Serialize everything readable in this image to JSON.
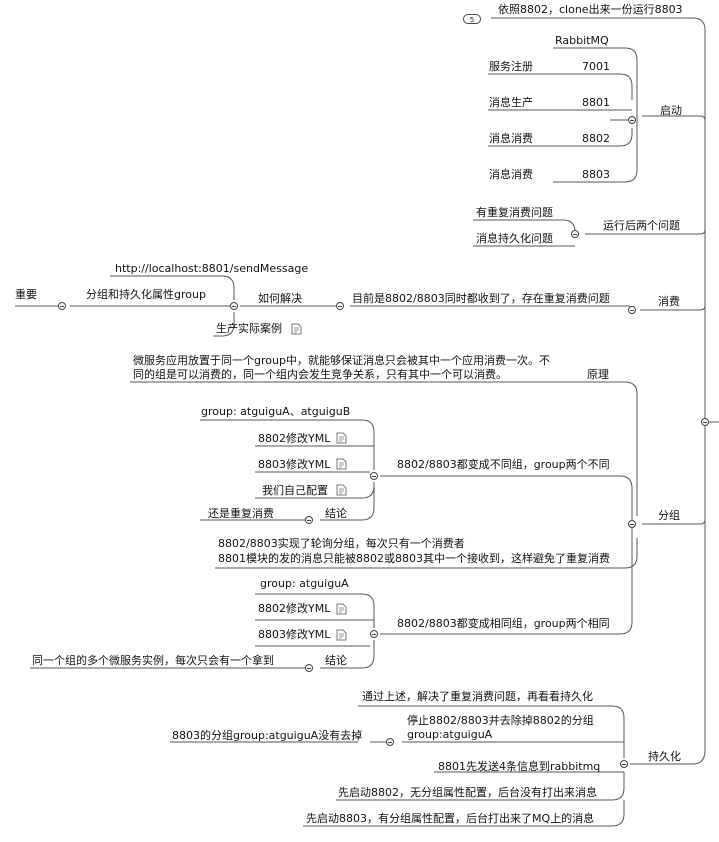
{
  "root": {
    "badge": "5",
    "top_label": "依照8802，clone出来一份运行8803",
    "branches": {
      "qidong": {
        "label": "启动",
        "items": [
          {
            "text": "RabbitMQ"
          },
          {
            "text": "7001",
            "note": "服务注册"
          },
          {
            "text": "8801",
            "note": "消息生产"
          },
          {
            "text": "8802",
            "note": "消息消费"
          },
          {
            "text": "8803",
            "note": "消息消费"
          }
        ]
      },
      "wenti": {
        "label": "运行后两个问题",
        "items": [
          "有重复消费问题",
          "消息持久化问题"
        ]
      },
      "xiaofei": {
        "label": "消费",
        "main": "目前是8802/8803同时都收到了，存在重复消费问题",
        "howto": "如何解决",
        "url": "http://localhost:8801/sendMessage",
        "group_prop": "分组和持久化属性group",
        "important": "重要",
        "case": "生产实际案例"
      },
      "fenzu": {
        "label": "分组",
        "yuanli": {
          "label": "原理",
          "text": "微服务应用放置于同一个group中，就能够保证消息只会被其中一个应用消费一次。不同的组是可以消费的，同一个组内会发生竞争关系，只有其中一个可以消费。"
        },
        "diff": {
          "label": "8802/8803都变成不同组，group两个不同",
          "items": [
            "group: atguiguA、atguiguB",
            "8802修改YML",
            "8803修改YML",
            "我们自己配置"
          ],
          "conclusion_label": "结论",
          "conclusion": "还是重复消费"
        },
        "explain_line1": "8802/8803实现了轮询分组，每次只有一个消费者",
        "explain_line2": "8801模块的发的消息只能被8802或8803其中一个接收到，这样避免了重复消费",
        "same": {
          "label": "8802/8803都变成相同组，group两个相同",
          "items": [
            "group: atguiguA",
            "8802修改YML",
            "8803修改YML"
          ],
          "conclusion_label": "结论",
          "conclusion": "同一个组的多个微服务实例，每次只会有一个拿到"
        }
      },
      "chijiuhua": {
        "label": "持久化",
        "items": [
          "通过上述，解决了重复消费问题，再看看持久化",
          "停止8802/8803并去除掉8802的分组group:atguiguA",
          "8801先发送4条信息到rabbitmq",
          "先启动8802，无分组属性配置，后台没有打出来消息",
          "先启动8803，有分组属性配置，后台打出来了MQ上的消息"
        ],
        "side_note": "8803的分组group:atguiguA没有去掉"
      }
    }
  }
}
